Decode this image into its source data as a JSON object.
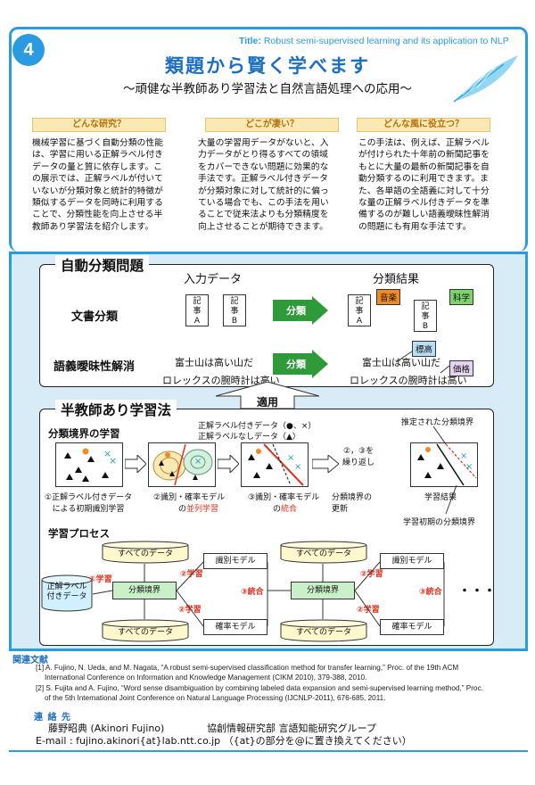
{
  "header": {
    "number": "4",
    "title_prefix": "Title: ",
    "title": "Robust semi-supervised learning and its application to NLP",
    "main_title": "類題から賢く学べます",
    "sub_title": "〜頑健な半教師あり学習法と自然言語処理への応用〜"
  },
  "questions": [
    {
      "heading": "どんな研究？",
      "lines": [
        "機械学習に基づく自動分類の性能",
        "は、学習に用いる正解ラベル付き",
        "データの量と質に依存します。こ",
        "の展示では、正解ラベルが付いて",
        "いないが分類対象と統計的特徴が",
        "類似するデータを同時に利用する",
        "ことで、分類性能を向上させる半",
        "教師あり学習法を紹介します。"
      ]
    },
    {
      "heading": "どこが凄い？",
      "lines": [
        "大量の学習用データがないと、入",
        "力データがとり得るすべての領域",
        "をカバーできない問題に効果的な",
        "手法です。正解ラベル付きデータ",
        "が分類対象に対して統計的に偏っ",
        "ている場合でも、この手法を用い",
        "ることで従来法よりも分類精度を",
        "向上させることが期待できます。"
      ]
    },
    {
      "heading": "どんな風に役立つ？",
      "lines": [
        "この手法は、例えば、正解ラベル",
        "が付けられた十年前の新聞記事を",
        "もとに大量の最新の新聞記事を自",
        "動分類するのに利用できます。ま",
        "た、各単語の全語義に対して十分",
        "な量の正解ラベル付きデータを準",
        "備するのが難しい語義曖昧性解消",
        "の問題にも有用な手法です。"
      ]
    }
  ],
  "auto_classification": {
    "title": "自動分類問題",
    "col_input": "入力データ",
    "col_result": "分類結果",
    "row1_label": "文書分類",
    "row2_label": "語義曖昧性解消",
    "doc_a": "記\n事\nA",
    "doc_b": "記\n事\nB",
    "arrow_label": "分類",
    "tag_music": "音楽",
    "tag_science": "科学",
    "sent1": "富士山は高い山だ",
    "sent2": "ロレックスの腕時計は高い",
    "tag_altitude": "標高",
    "tag_price": "価格",
    "apply": "適用"
  },
  "semi_supervised": {
    "title": "半教師あり学習法",
    "boundary_title": "分類境界の学習",
    "legend_labeled": "正解ラベル付きデータ（●、×）",
    "legend_unlabeled": "正解ラベルなしデータ（▲）",
    "estimated_boundary": "推定された分類境界",
    "step1": "①正解ラベル付きデータ\nによる初期識別学習",
    "step2_a": "②識別・確率モデル",
    "step2_b": "の",
    "step2_red": "並列学習",
    "step3_a": "③識別・確率モデル",
    "step3_b": "の",
    "step3_red": "統合",
    "repeat": "②，③を\n繰り返し",
    "boundary_update": "分類境界の\n更新",
    "learn_result": "学習結果",
    "initial_boundary": "学習初期の分類境界",
    "process_title": "学習プロセス",
    "all_data": "すべてのデータ",
    "disc_model": "識別モデル",
    "prob_model": "確率モデル",
    "boundary": "分類境界",
    "labeled_data": "正解ラベル\n付きデータ",
    "learn1": "①学習",
    "learn2": "②学習",
    "integrate": "③統合",
    "dots": "・・・"
  },
  "references": {
    "label": "関連文献",
    "items": [
      "[1] A. Fujino, N. Ueda, and M. Nagata, “A robust semi-supervised classification method for transfer learning,” Proc. of the 19th ACM",
      "International Conference on Information and Knowledge Management (CIKM 2010), 379-388, 2010.",
      "[2] S. Fujita and A. Fujino, “Word sense disambiguation by combining labeled data expansion and semi-supervised learning method,” Proc.",
      "of the 5th International Joint Conference on Natural Language Processing (IJCNLP-2011), 676-685, 2011."
    ]
  },
  "contact": {
    "label": "連 絡 先",
    "name": "藤野昭典 (Akinori Fujino)",
    "org": "協創情報研究部 言語知能研究グループ",
    "email": "E-mail :  fujino.akinori{at}lab.ntt.co.jp （{at}の部分を@に置き換えてください）"
  },
  "colors": {
    "accent": "#2a9be0",
    "title_blue": "#1b6fc2",
    "question_bg": "#fbe9b4",
    "arrow_green": "#2f9a3a",
    "red": "#e0301e",
    "orange_tag": "#f08a22",
    "green_tag": "#7fd36b",
    "tag_blue": "#b8dff5",
    "tag_purple": "#e4d4f2"
  }
}
